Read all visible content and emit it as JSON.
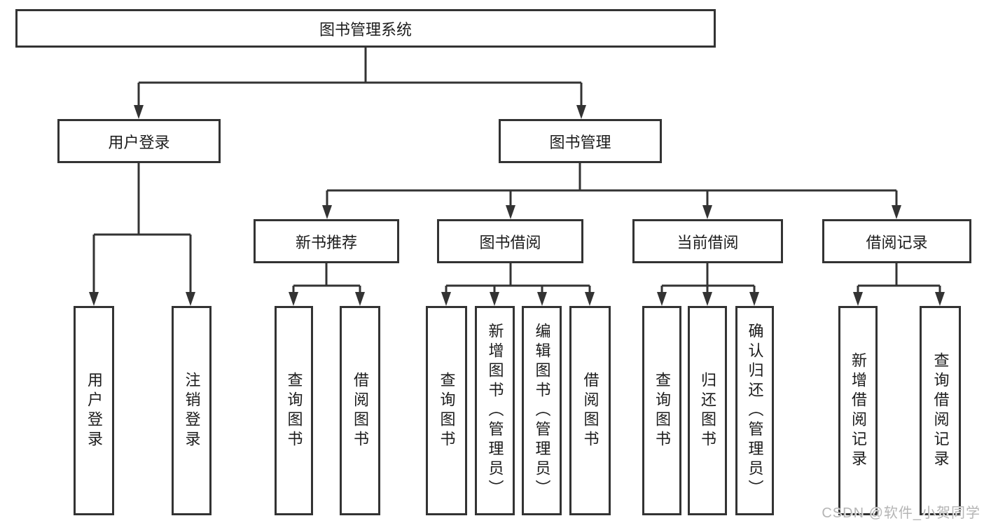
{
  "diagram": {
    "root": {
      "label": "图书管理系统"
    },
    "branches": [
      {
        "label": "用户登录",
        "children": [
          {
            "label": "用户登录"
          },
          {
            "label": "注销登录"
          }
        ]
      },
      {
        "label": "图书管理",
        "groups": [
          {
            "label": "新书推荐",
            "children": [
              {
                "label": "查询图书"
              },
              {
                "label": "借阅图书"
              }
            ]
          },
          {
            "label": "图书借阅",
            "children": [
              {
                "label": "查询图书"
              },
              {
                "label": "新增图书（管理员）"
              },
              {
                "label": "编辑图书（管理员）"
              },
              {
                "label": "借阅图书"
              }
            ]
          },
          {
            "label": "当前借阅",
            "children": [
              {
                "label": "查询图书"
              },
              {
                "label": "归还图书"
              },
              {
                "label": "确认归还（管理员）"
              }
            ]
          },
          {
            "label": "借阅记录",
            "children": [
              {
                "label": "新增借阅记录"
              },
              {
                "label": "查询借阅记录"
              }
            ]
          }
        ]
      }
    ],
    "watermark": "CSDN @软件_小贺同学",
    "colors": {
      "line": "#333333",
      "box_border": "#333333",
      "text": "#1c1c1c",
      "watermark_text": "#b5b5b5",
      "background": "#ffffff"
    }
  }
}
